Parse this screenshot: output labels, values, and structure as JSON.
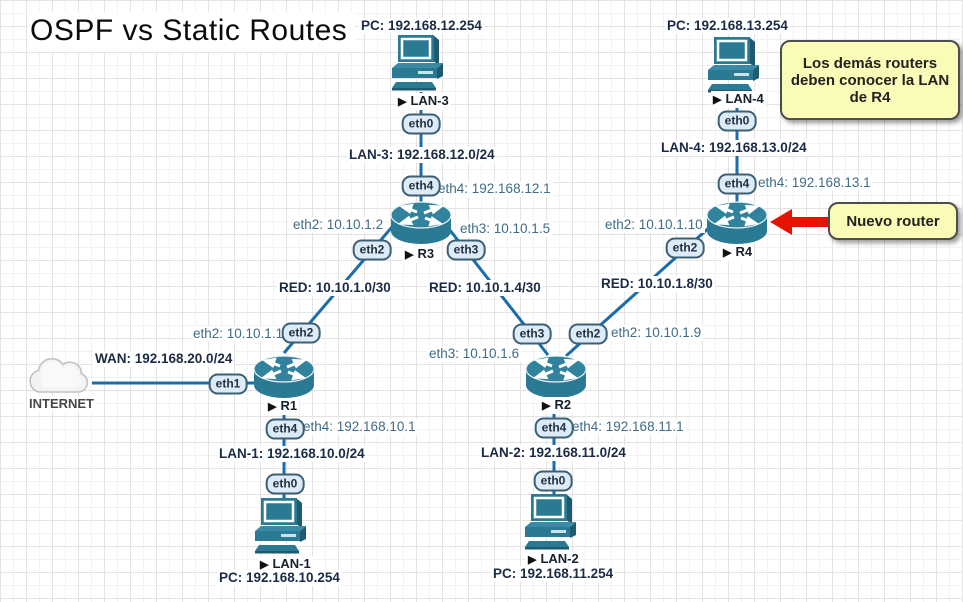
{
  "title": "OSPF vs Static Routes",
  "marker": "▶",
  "nodes": {
    "internet": {
      "name": "INTERNET"
    },
    "r1": {
      "name": "R1"
    },
    "r2": {
      "name": "R2"
    },
    "r3": {
      "name": "R3"
    },
    "r4": {
      "name": "R4"
    },
    "lan1": {
      "name": "LAN-1",
      "pc_label": "PC: 192.168.10.254"
    },
    "lan2": {
      "name": "LAN-2",
      "pc_label": "PC: 192.168.11.254"
    },
    "lan3": {
      "name": "LAN-3",
      "pc_label": "PC: 192.168.12.254"
    },
    "lan4": {
      "name": "LAN-4",
      "pc_label": "PC: 192.168.13.254"
    }
  },
  "networks": {
    "wan": "WAN: 192.168.20.0/24",
    "lan1": "LAN-1: 192.168.10.0/24",
    "lan2": "LAN-2: 192.168.11.0/24",
    "lan3": "LAN-3: 192.168.12.0/24",
    "lan4": "LAN-4: 192.168.13.0/24",
    "red_r1_r3": "RED: 10.10.1.0/30",
    "red_r3_r2": "RED: 10.10.1.4/30",
    "red_r2_r4": "RED: 10.10.1.8/30"
  },
  "interfaces": {
    "badges": {
      "lan3_eth0": "eth0",
      "lan4_eth0": "eth0",
      "lan1_eth0": "eth0",
      "lan2_eth0": "eth0",
      "r3_eth4": "eth4",
      "r3_eth2": "eth2",
      "r3_eth3": "eth3",
      "r4_eth4": "eth4",
      "r4_eth2": "eth2",
      "r1_eth1": "eth1",
      "r1_eth2": "eth2",
      "r1_eth4": "eth4",
      "r2_eth2": "eth2",
      "r2_eth3": "eth3",
      "r2_eth4": "eth4"
    },
    "ips": {
      "r3_eth4": "eth4: 192.168.12.1",
      "r3_eth2": "eth2: 10.10.1.2",
      "r3_eth3": "eth3: 10.10.1.5",
      "r4_eth4": "eth4: 192.168.13.1",
      "r4_eth2": "eth2: 10.10.1.10",
      "r1_eth2": "eth2: 10.10.1.1",
      "r1_eth4": "eth4: 192.168.10.1",
      "r2_eth3": "eth3: 10.10.1.6",
      "r2_eth2": "eth2: 10.10.1.9",
      "r2_eth4": "eth4: 192.168.11.1"
    }
  },
  "annotations": {
    "note_r4_lan": "Los demás routers deben conocer la LAN de R4",
    "note_new_router": "Nuevo router"
  },
  "colors": {
    "link": "#1b6ca8",
    "device": "#2b7a94",
    "note_bg": "#fafbb6",
    "badge_bg": "#dcebf7",
    "arrow_red": "#e51400"
  }
}
